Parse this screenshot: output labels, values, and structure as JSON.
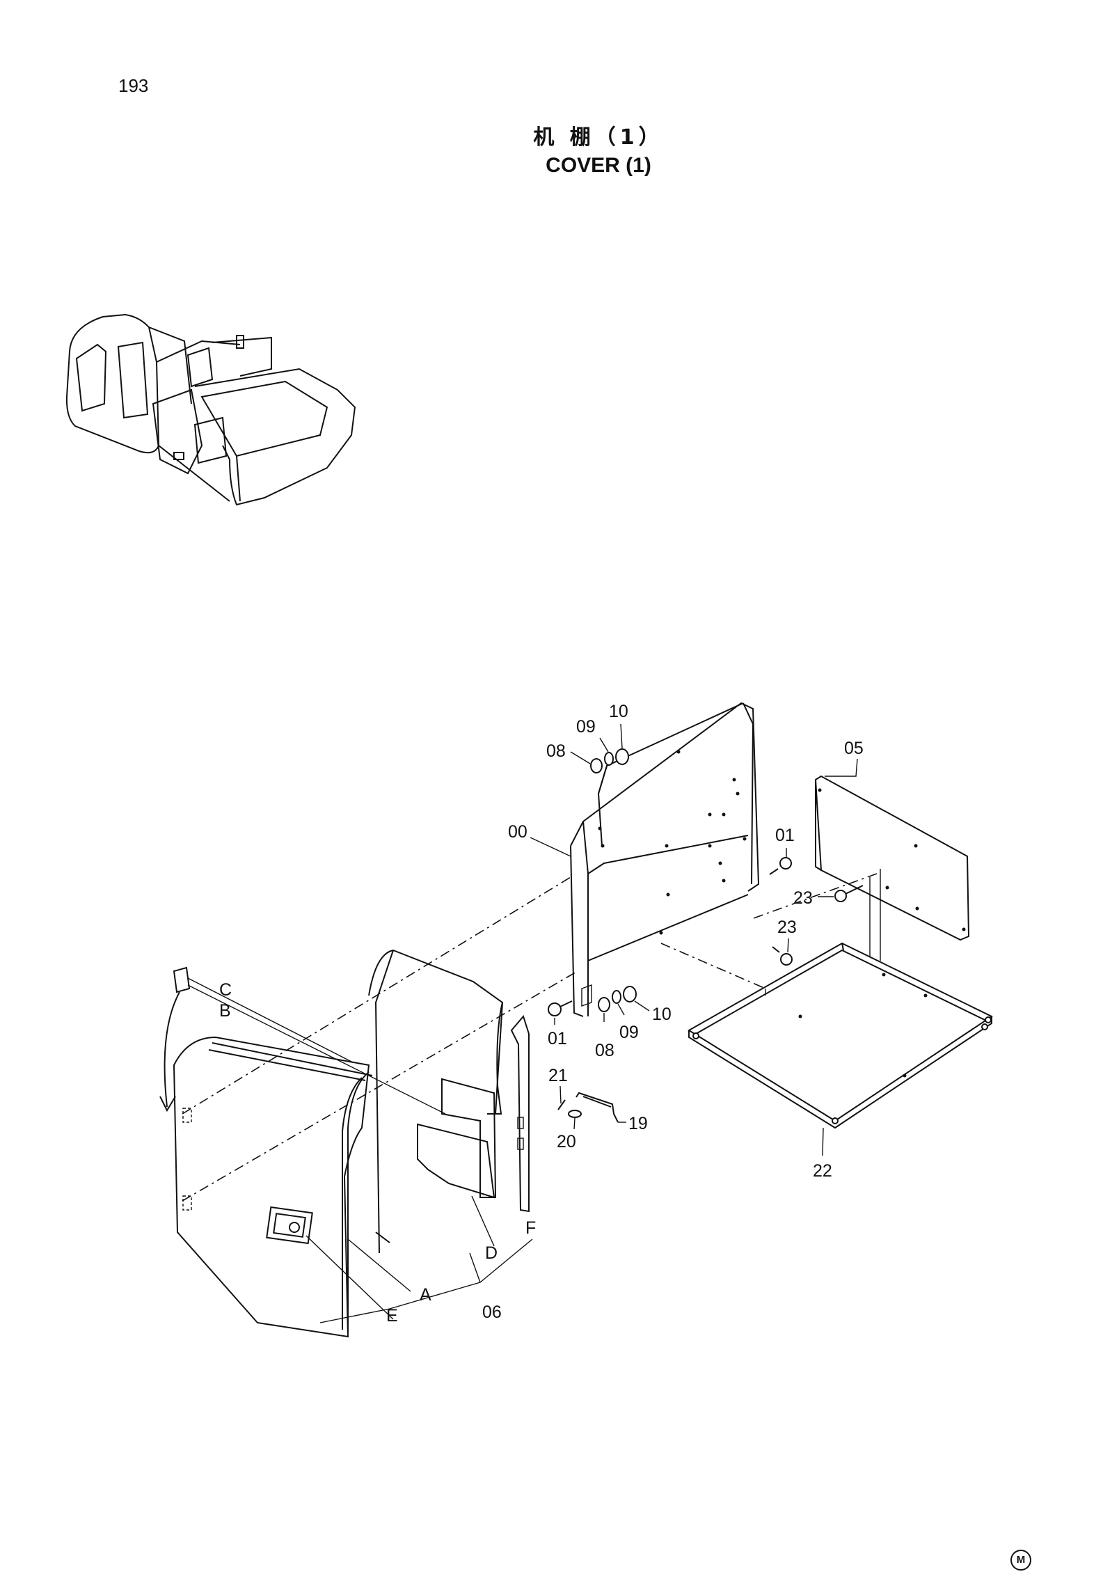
{
  "page_number": "193",
  "title": {
    "cn": "机  棚（1）",
    "en": "COVER (1)"
  },
  "labels": {
    "p00": "00",
    "p01a": "01",
    "p01b": "01",
    "p05": "05",
    "p06": "06",
    "p08a": "08",
    "p08b": "08",
    "p09a": "09",
    "p09b": "09",
    "p10a": "10",
    "p10b": "10",
    "p19": "19",
    "p20": "20",
    "p21": "21",
    "p22": "22",
    "p23a": "23",
    "p23b": "23",
    "refA": "A",
    "refB": "B",
    "refC": "C",
    "refD": "D",
    "refE": "E",
    "refF": "F"
  },
  "mark": "M"
}
